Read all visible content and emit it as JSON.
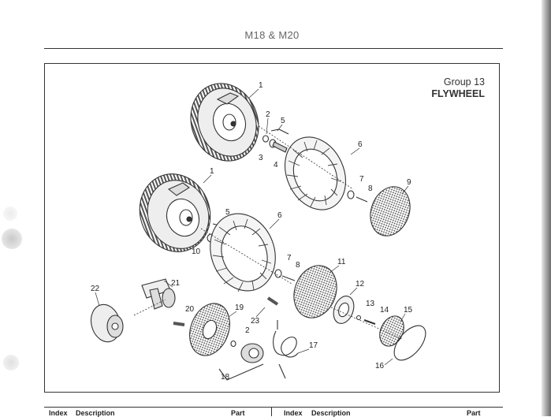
{
  "page": {
    "header": "M18 & M20",
    "group_number": "Group 13",
    "group_title": "FLYWHEEL"
  },
  "callouts": [
    "1",
    "1",
    "2",
    "2",
    "3",
    "4",
    "5",
    "5",
    "6",
    "6",
    "7",
    "7",
    "8",
    "8",
    "9",
    "10",
    "11",
    "12",
    "13",
    "14",
    "15",
    "16",
    "17",
    "18",
    "19",
    "20",
    "21",
    "22",
    "23"
  ],
  "table": {
    "left": {
      "index_label": "Index",
      "description_label": "Description",
      "part_label": "Part"
    },
    "right": {
      "index_label": "Index",
      "description_label": "Description",
      "part_label": "Part"
    }
  },
  "colors": {
    "ink": "#333333",
    "shade": "#9a9a9a",
    "paper": "#ffffff"
  }
}
